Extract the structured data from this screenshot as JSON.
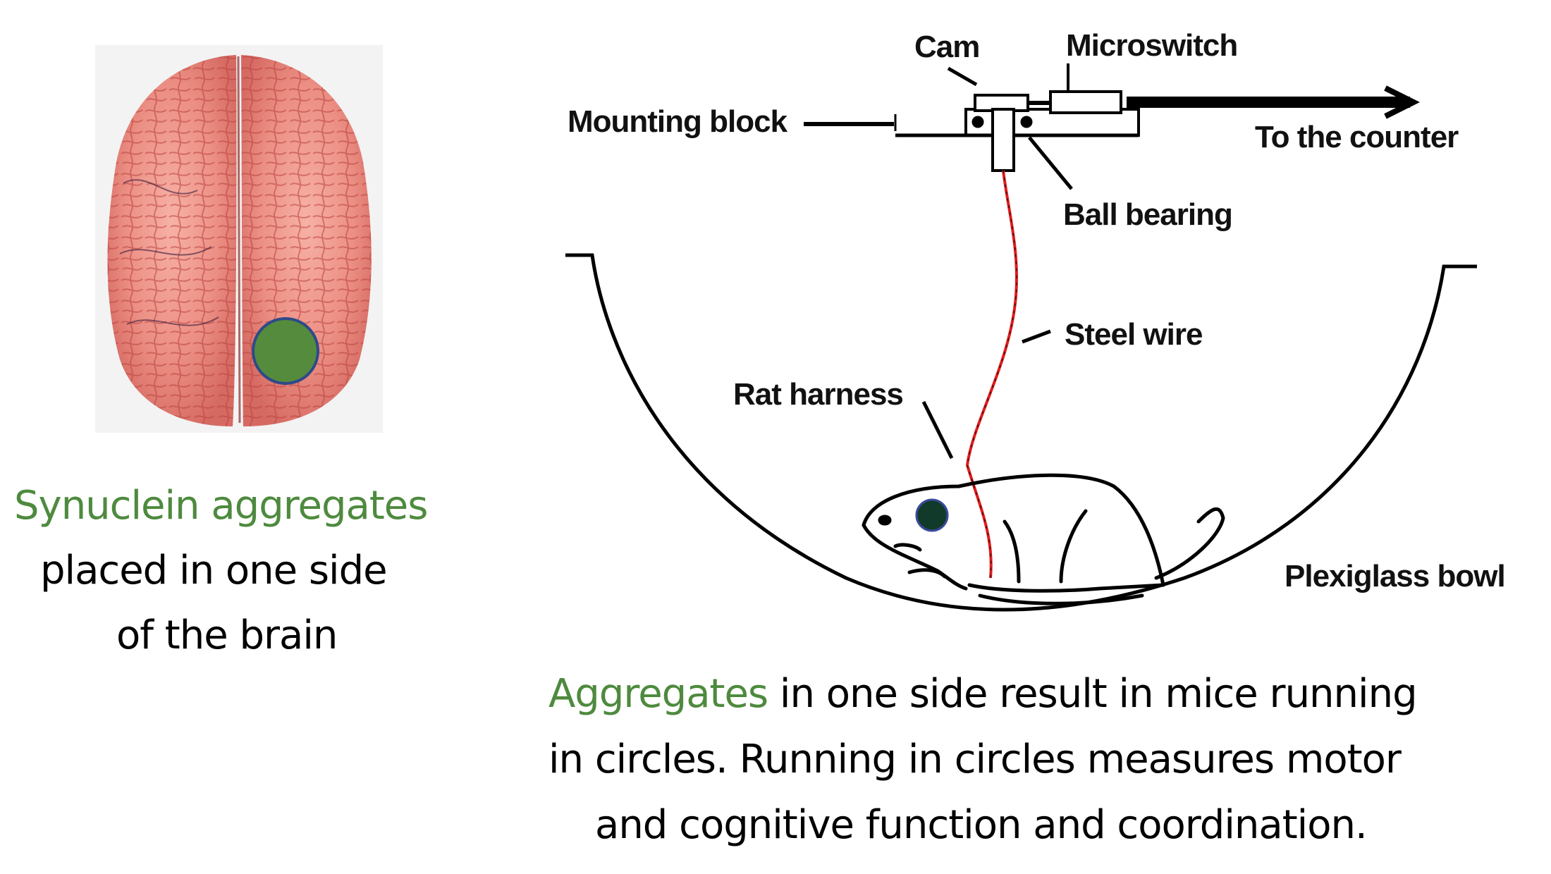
{
  "left_panel": {
    "image_description": "Human brain viewed from above with a green dot marking injection site",
    "caption_highlight": "Synuclein aggregates",
    "caption_line2": "placed in one side",
    "caption_line3": "of the brain"
  },
  "diagram": {
    "labels": {
      "cam": "Cam",
      "microswitch": "Microswitch",
      "mounting_block": "Mounting block",
      "to_counter": "To the counter",
      "ball_bearing": "Ball bearing",
      "steel_wire": "Steel wire",
      "rat_harness": "Rat harness",
      "plexiglass_bowl": "Plexiglass bowl"
    }
  },
  "right_caption": {
    "highlight": "Aggregates",
    "line1_rest": " in one side result in mice running",
    "line2": "in circles.  Running in circles measures motor",
    "line3": "and cognitive function and coordination."
  },
  "colors": {
    "highlight_green": "#4e8a3e",
    "dot_green": "#558b3c",
    "dot_border": "#2e4a8a",
    "eye_fill": "#123a2a",
    "wire_red": "#e01c1c",
    "brain_pink": "#e98a80"
  }
}
